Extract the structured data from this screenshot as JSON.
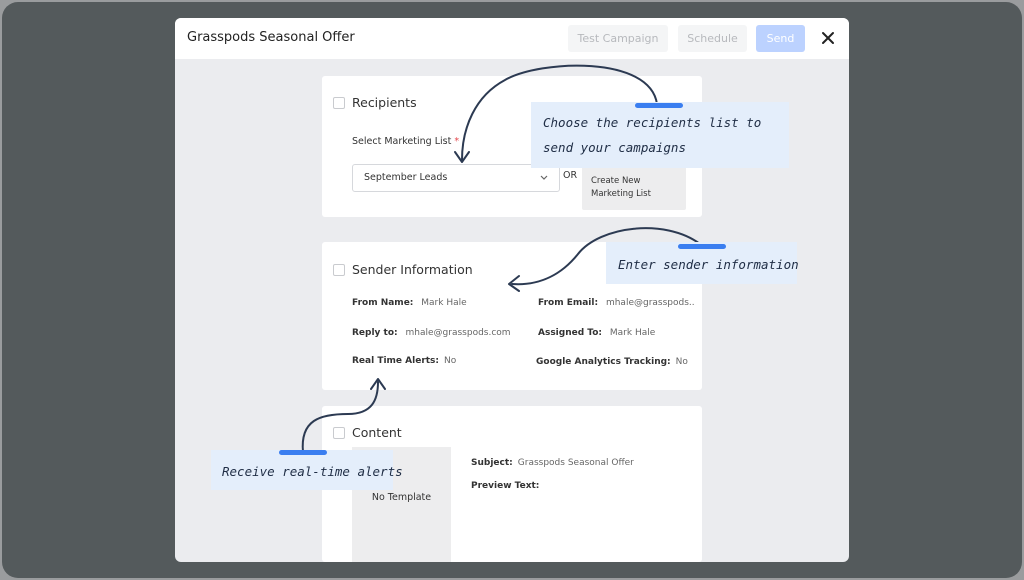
{
  "modal": {
    "title": "Grasspods Seasonal Offer",
    "buttons": {
      "test_campaign": "Test Campaign",
      "schedule": "Schedule",
      "send": "Send"
    },
    "close_icon": "close-icon"
  },
  "recipients": {
    "heading": "Recipients",
    "list_label": "Select Marketing List",
    "required_mark": "*",
    "selected_list": "September Leads",
    "or_text": "OR",
    "create_button": "Create New Marketing List"
  },
  "sender": {
    "heading": "Sender Information",
    "fields": {
      "from_name_label": "From Name:",
      "from_name_value": "Mark Hale",
      "from_email_label": "From Email:",
      "from_email_value": "mhale@grasspods..",
      "reply_to_label": "Reply to:",
      "reply_to_value": "mhale@grasspods.com",
      "assigned_to_label": "Assigned To:",
      "assigned_to_value": "Mark Hale",
      "alerts_label": "Real Time Alerts:",
      "alerts_value": "No",
      "ga_label": "Google Analytics Tracking:",
      "ga_value": "No"
    }
  },
  "content": {
    "heading": "Content",
    "template_text": "No Template",
    "subject_label": "Subject:",
    "subject_value": "Grasspods Seasonal Offer",
    "preview_label": "Preview Text:",
    "preview_value": ""
  },
  "callouts": {
    "recipients": "Choose the recipients list to send your campaigns",
    "sender": "Enter sender information",
    "alerts": "Receive real-time alerts"
  },
  "colors": {
    "accent": "#3a7ef0",
    "callout_bg": "#e4eefb",
    "send_button": "#bcd2ff",
    "overlay": "#545a5c"
  }
}
